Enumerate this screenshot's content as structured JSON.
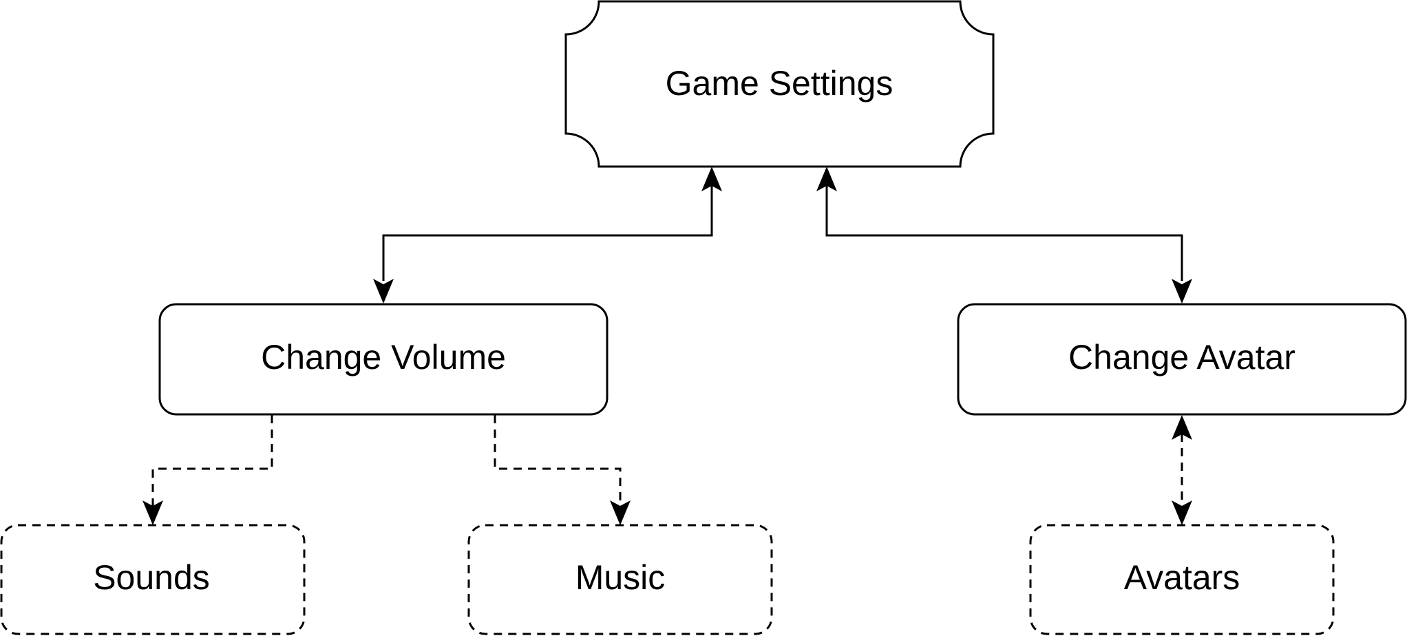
{
  "nodes": {
    "game_settings": "Game Settings",
    "change_volume": "Change Volume",
    "change_avatar": "Change Avatar",
    "sounds": "Sounds",
    "music": "Music",
    "avatars": "Avatars"
  },
  "colors": {
    "stroke": "#000000",
    "background": "#ffffff"
  }
}
